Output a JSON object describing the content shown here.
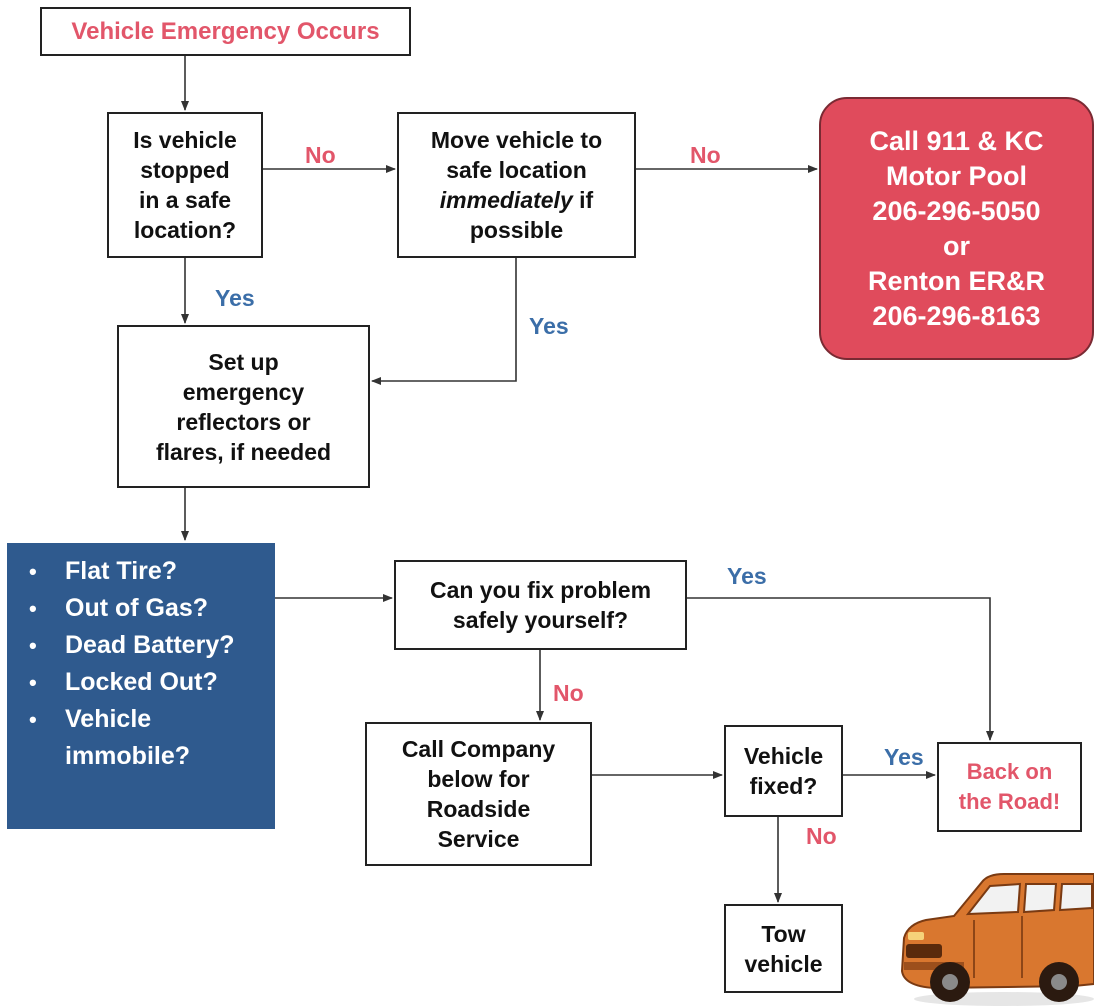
{
  "nodes": {
    "start": "Vehicle Emergency Occurs",
    "q_safe": [
      "Is vehicle",
      "stopped",
      "in a safe",
      "location?"
    ],
    "move": {
      "line1": "Move vehicle to",
      "line2": "safe location",
      "line3_italic": "immediately",
      "line3_rest": " if",
      "line4": "possible"
    },
    "call_911": [
      "Call 911 & KC",
      "Motor Pool",
      "206-296-5050",
      "or",
      "Renton ER&R",
      "206-296-8163"
    ],
    "reflectors": [
      "Set up",
      "emergency",
      "reflectors or",
      "flares, if needed"
    ],
    "problems": [
      "Flat Tire?",
      "Out of Gas?",
      "Dead Battery?",
      "Locked Out?",
      "Vehicle immobile?"
    ],
    "q_fix": [
      "Can you fix problem",
      "safely yourself?"
    ],
    "call_company": [
      "Call Company",
      "below for",
      "Roadside",
      "Service"
    ],
    "q_fixed": [
      "Vehicle",
      "fixed?"
    ],
    "back_on_road": [
      "Back on",
      "the Road!"
    ],
    "tow": [
      "Tow",
      "vehicle"
    ]
  },
  "edge_labels": {
    "no_1": "No",
    "no_2": "No",
    "yes_1": "Yes",
    "yes_2": "Yes",
    "yes_3": "Yes",
    "no_3": "No",
    "yes_4": "Yes",
    "no_4": "No"
  },
  "colors": {
    "red_text": "#e2566a",
    "yes_blue": "#3b6ea8",
    "panel_blue": "#2f5a8e",
    "call_red": "#e04b5c"
  }
}
